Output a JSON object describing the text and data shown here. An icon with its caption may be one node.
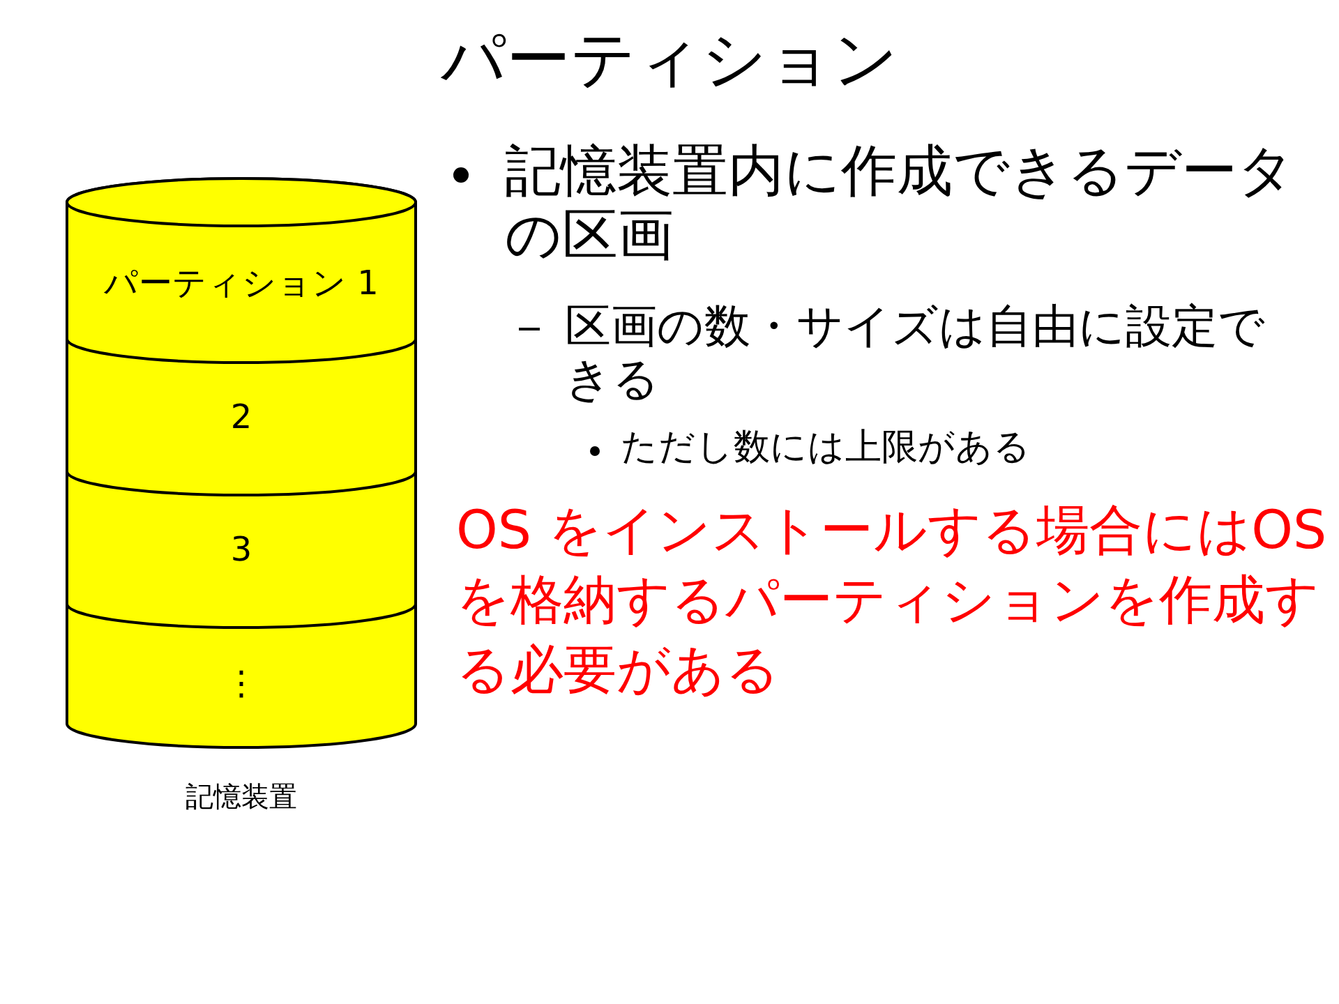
{
  "diagram": {
    "title": "パーティション",
    "nodes": [
      {
        "text": [],
        "shape": "cylinder",
        "beside": [
          "記憶装置"
        ]
      },
      {
        "text": [
          "パーティション 1"
        ],
        "in": 0
      },
      {
        "text": [
          "2"
        ],
        "in": 0
      },
      {
        "text": [
          "3"
        ],
        "in": 0
      },
      {
        "text": [
          "⋮"
        ],
        "in": 0
      }
    ],
    "labels": [
      "記憶装置内に作成できるデータの区画",
      "区画の数・サイズは自由に設定できる",
      "ただし数には上限がある",
      "OS をインストールする場合にはOSを格納するパーティションを作成する必要がある"
    ]
  }
}
